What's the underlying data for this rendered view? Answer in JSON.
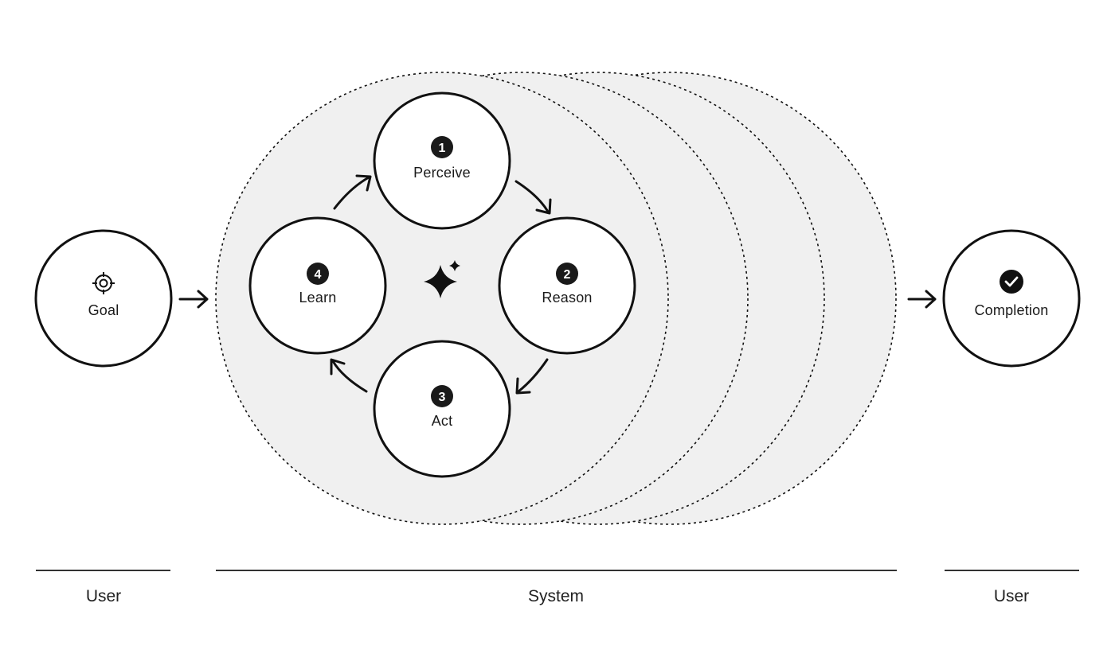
{
  "input": {
    "label": "Goal",
    "icon": "target-icon"
  },
  "loop": {
    "steps": [
      {
        "number": "1",
        "label": "Perceive"
      },
      {
        "number": "2",
        "label": "Reason"
      },
      {
        "number": "3",
        "label": "Act"
      },
      {
        "number": "4",
        "label": "Learn"
      }
    ],
    "center_icon": "sparkle-icon"
  },
  "output": {
    "label": "Completion",
    "icon": "check-circle-icon"
  },
  "lanes": [
    {
      "label": "User"
    },
    {
      "label": "System"
    },
    {
      "label": "User"
    }
  ],
  "colors": {
    "stroke": "#111111",
    "iteration_fill": "#f0f0f0",
    "node_fill": "#ffffff",
    "badge_fill": "#1a1a1a"
  }
}
